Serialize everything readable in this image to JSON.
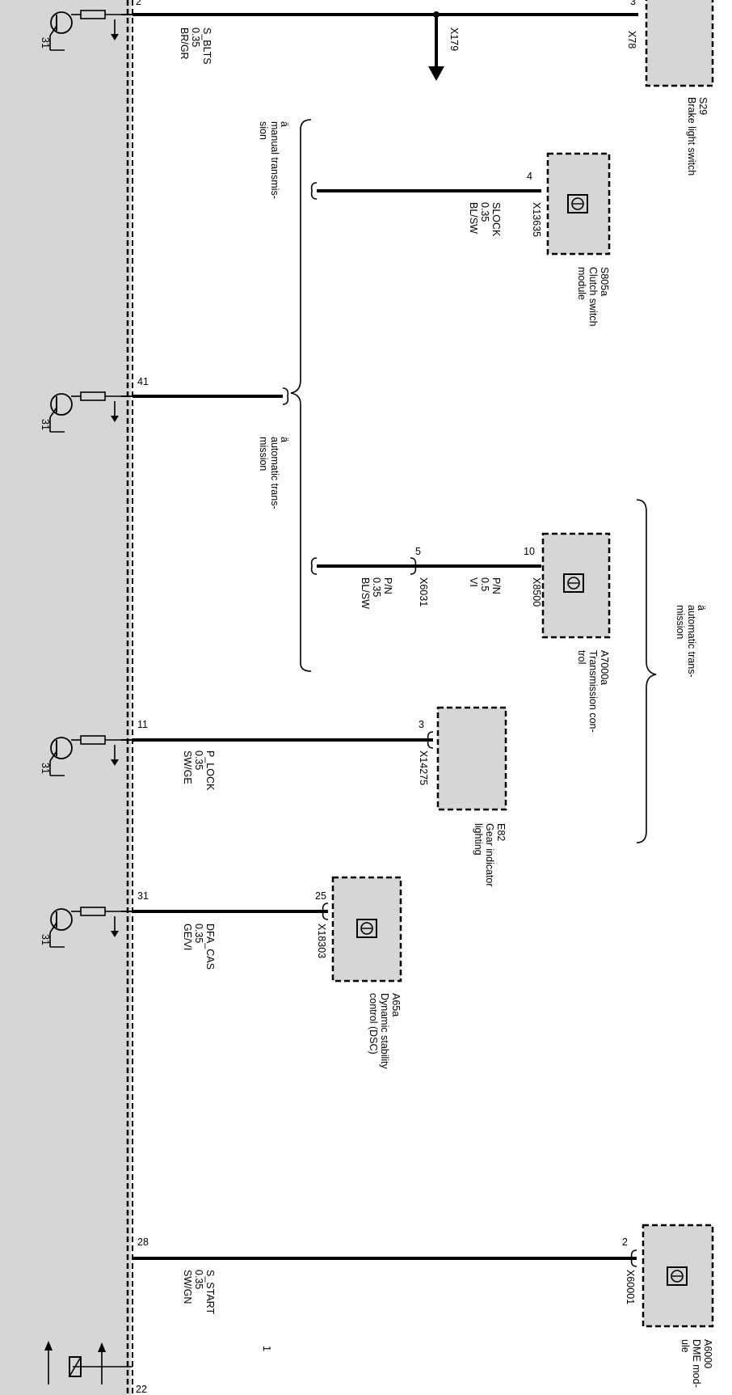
{
  "page_number": "1",
  "ground_label": "31",
  "control_unit": {
    "pins": {
      "s_blts": "2",
      "s_lock_auto": "41",
      "p_lock": "11",
      "dfa_cas": "31",
      "s_start": "28",
      "relay": "22"
    }
  },
  "wires": {
    "s_blts": {
      "name": "S_BLTS",
      "size": "0.35",
      "color": "BR/GR"
    },
    "slock": {
      "name": "SLOCK",
      "size": "0.35",
      "color": "BL/SW"
    },
    "pn_a": {
      "name": "P/N",
      "size": "0.5",
      "color": "VI"
    },
    "pn_b": {
      "name": "P/N",
      "size": "0.35",
      "color": "BL/SW"
    },
    "p_lock": {
      "name": "P_LOCK",
      "size": "0.35",
      "color": "SW/GE"
    },
    "dfa_cas": {
      "name": "DFA_CAS",
      "size": "0.35",
      "color": "GE/VI"
    },
    "s_start": {
      "name": "S_START",
      "size": "0.35",
      "color": "SW/GN"
    }
  },
  "connectors": {
    "x78": {
      "id": "X78",
      "pin": "3"
    },
    "x179": {
      "id": "X179"
    },
    "x13635": {
      "id": "X13635",
      "pin": "4"
    },
    "x8500": {
      "id": "X8500",
      "pin": "10"
    },
    "x6031": {
      "id": "X6031",
      "pin": "5"
    },
    "x14275": {
      "id": "X14275",
      "pin": "3"
    },
    "x18303": {
      "id": "X18303",
      "pin": "25"
    },
    "x60001": {
      "id": "X60001",
      "pin": "2"
    }
  },
  "components": {
    "s29": {
      "code": "S29",
      "lines": [
        "Brake light switch"
      ]
    },
    "s805a": {
      "code": "S805a",
      "lines": [
        "Clutch switch",
        "module"
      ]
    },
    "a7000a": {
      "code": "A7000a",
      "lines": [
        "Transmission con-",
        "trol"
      ]
    },
    "e82": {
      "code": "E82",
      "lines": [
        "Gear indicator",
        "lighting"
      ]
    },
    "a65a": {
      "code": "A65a",
      "lines": [
        "Dynamic stability",
        "control (DSC)"
      ]
    },
    "a6000": {
      "code": "A6000",
      "lines": [
        "DME mod-",
        "ule"
      ]
    }
  },
  "variants": {
    "manual": [
      "ä",
      "manual transmis-",
      "sion"
    ],
    "automatic_left": [
      "ä",
      "automatic trans-",
      "mission"
    ],
    "automatic_right": [
      "ä",
      "automatic trans-",
      "mission"
    ]
  }
}
